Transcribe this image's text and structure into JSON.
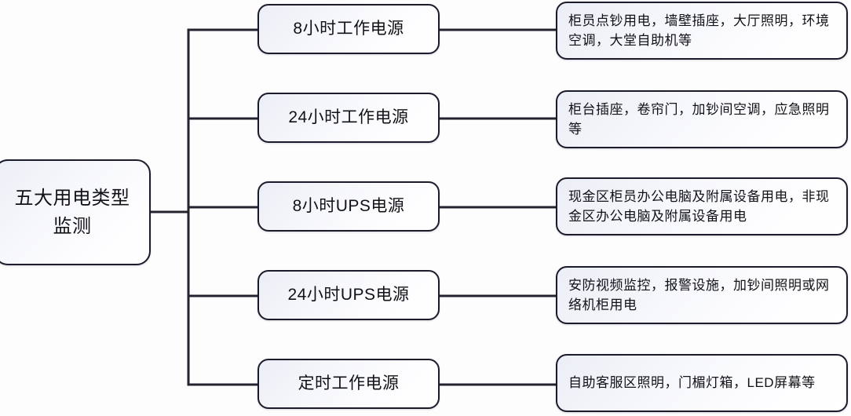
{
  "diagram": {
    "type": "tree",
    "orientation": "left-to-right",
    "root": {
      "label": "五大用电类型监测"
    },
    "branches": [
      {
        "category": "8小时工作电源",
        "detail": "柜员点钞用电，墙壁插座，大厅照明，环境空调，大堂自助机等"
      },
      {
        "category": "24小时工作电源",
        "detail": "柜台插座，卷帘门，加钞间空调，应急照明等"
      },
      {
        "category": "8小时UPS电源",
        "detail": "现金区柜员办公电脑及附属设备用电，非现金区办公电脑及附属设备用电"
      },
      {
        "category": "24小时UPS电源",
        "detail": "安防视频监控，报警设施，加钞间照明或网络机柜用电"
      },
      {
        "category": "定时工作电源",
        "detail": "自助客服区照明，门楣灯箱，LED屏幕等"
      }
    ],
    "style": {
      "border_color": "#1b1b2b",
      "fill_light": "#ffffff",
      "fill_shade": "#eceef6",
      "text_color": "#111118",
      "background": "#fdfdfe",
      "connector_color": "#23232f"
    }
  }
}
